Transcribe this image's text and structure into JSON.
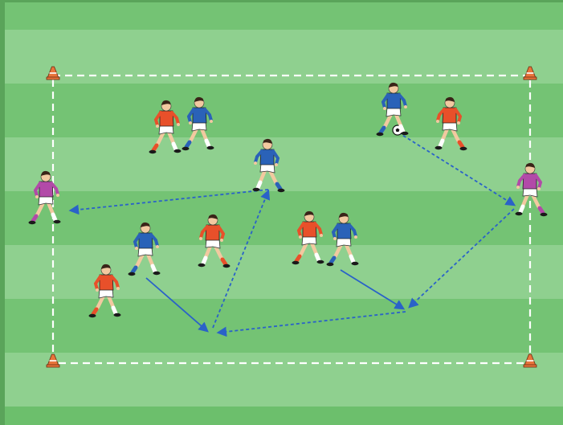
{
  "colors": {
    "stripe_dark": "#74c374",
    "stripe_light": "#8fd08f",
    "edge": "#5aa45a",
    "boundary": "#ffffff",
    "cone": "#e8743b",
    "team_red": "#e8502a",
    "team_blue": "#2a62b8",
    "goalkeeper": "#b24aa8",
    "shorts": "#ffffff",
    "skin": "#f2c9a0",
    "hair": "#3a2418",
    "pass_arrow": "#2a62c8"
  },
  "icons": {
    "cone": "cone-icon",
    "ball": "soccer-ball-icon",
    "player": "player-icon"
  },
  "players": [
    {
      "team": "red"
    },
    {
      "team": "blue"
    },
    {
      "team": "blue"
    },
    {
      "team": "red"
    },
    {
      "team": "goalkeeper"
    },
    {
      "team": "blue"
    },
    {
      "team": "goalkeeper"
    },
    {
      "team": "blue"
    },
    {
      "team": "red"
    },
    {
      "team": "red"
    },
    {
      "team": "blue"
    },
    {
      "team": "red"
    }
  ],
  "cones": 4,
  "passes": {
    "dashed": 5,
    "runs": 2
  }
}
